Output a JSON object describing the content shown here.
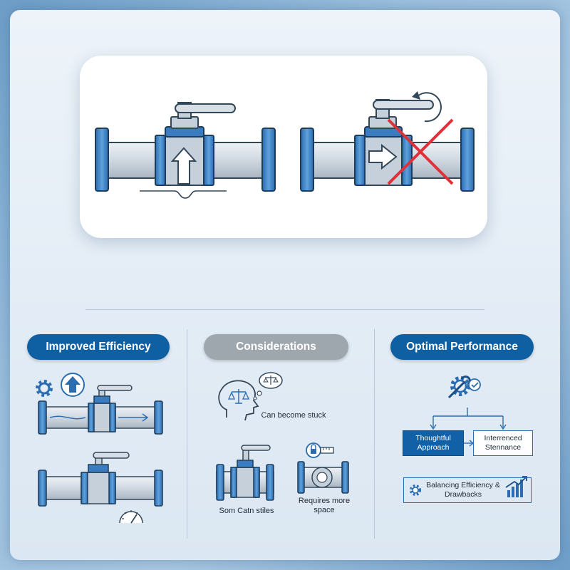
{
  "sections": [
    {
      "title": "Improved Efficiency",
      "style": "blue"
    },
    {
      "title": "Considerations",
      "style": "gray"
    },
    {
      "title": "Optimal Performance",
      "style": "blue"
    }
  ],
  "considerations": {
    "stuck_label": "Can become stuck",
    "left_caption": "Som Catn stiles",
    "space_label": "Requires more space"
  },
  "performance": {
    "box_left": "Thoughtful Approach",
    "box_right": "Interrenced Stennance",
    "bottom_label": "Balancing Efficiency & Drawbacks"
  },
  "colors": {
    "pipe_blue": "#3a7fc0",
    "pill_blue": "#0f5fa3",
    "pill_gray": "#9fa7ae",
    "cross_red": "#e0313a"
  }
}
